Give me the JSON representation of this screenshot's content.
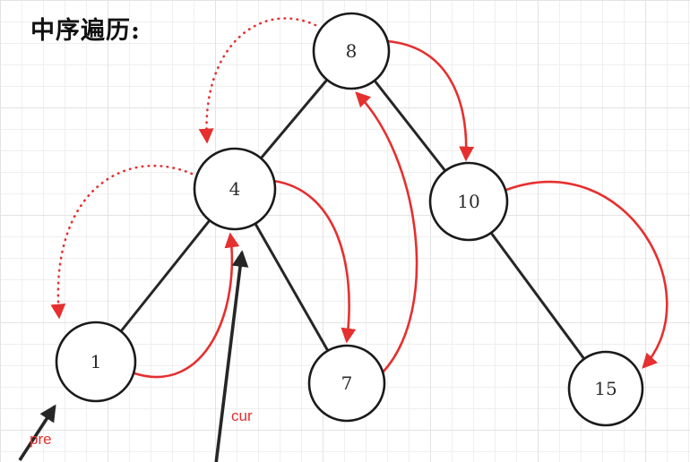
{
  "title": "中序遍历:",
  "pointers": {
    "pre": "pre",
    "cur": "cur"
  },
  "diagram": {
    "type": "binary-tree-morris-inorder",
    "nodes": [
      {
        "id": "8",
        "value": "8"
      },
      {
        "id": "4",
        "value": "4"
      },
      {
        "id": "10",
        "value": "10"
      },
      {
        "id": "1",
        "value": "1"
      },
      {
        "id": "7",
        "value": "7"
      },
      {
        "id": "15",
        "value": "15"
      }
    ],
    "edges": [
      {
        "from": "8",
        "to": "4"
      },
      {
        "from": "8",
        "to": "10"
      },
      {
        "from": "4",
        "to": "1"
      },
      {
        "from": "4",
        "to": "7"
      },
      {
        "from": "10",
        "to": "15"
      }
    ],
    "traversal_threads": [
      {
        "from": "8",
        "to": "4",
        "style": "dotted"
      },
      {
        "from": "4",
        "to": "1",
        "style": "dotted"
      },
      {
        "from": "1",
        "to": "4",
        "style": "solid"
      },
      {
        "from": "4",
        "to": "7",
        "style": "solid"
      },
      {
        "from": "7",
        "to": "8",
        "style": "solid"
      },
      {
        "from": "8",
        "to": "10",
        "style": "solid"
      },
      {
        "from": "10",
        "to": "15",
        "style": "solid"
      }
    ],
    "colors": {
      "accent_red": "#e62f2f",
      "edge_black": "#262626",
      "node_fill": "#ffffff",
      "grid": "#efefef"
    }
  }
}
